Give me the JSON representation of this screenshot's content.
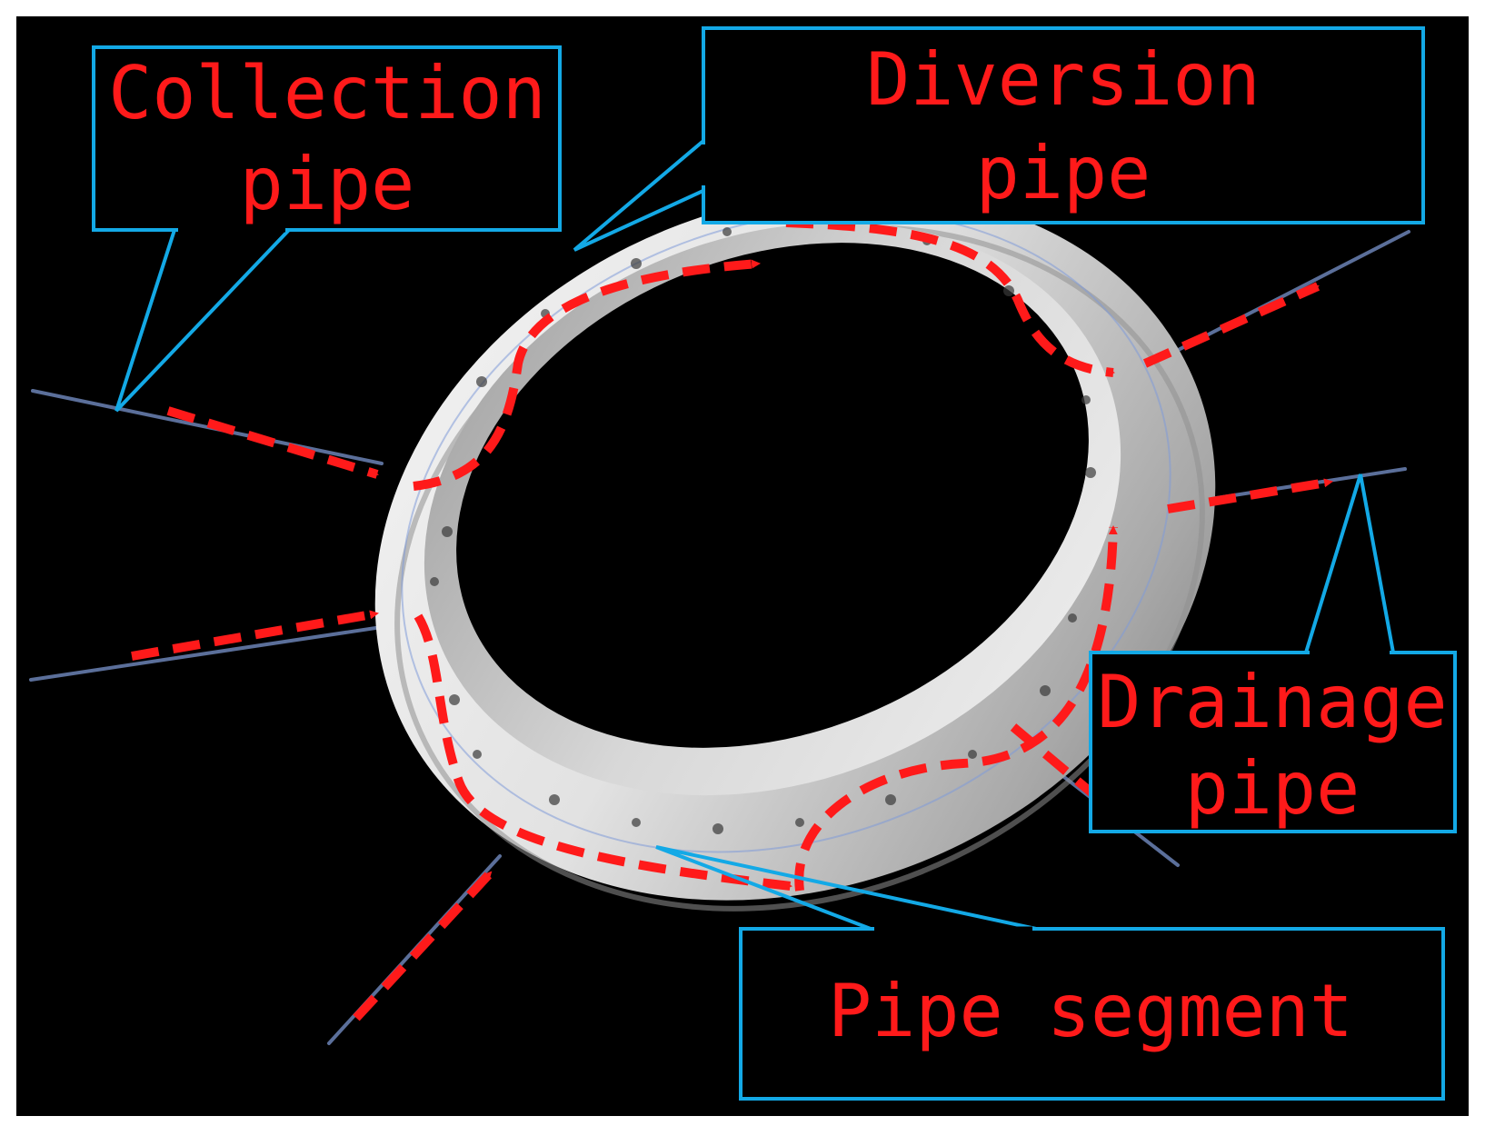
{
  "labels": {
    "collection": [
      "Collection",
      "pipe"
    ],
    "diversion": [
      "Diversion",
      "pipe"
    ],
    "drainage": [
      "Drainage",
      "pipe"
    ],
    "segment": [
      "Pipe segment"
    ]
  },
  "colors": {
    "background": "#000000",
    "frame": "#ffffff",
    "callout_border": "#13a9e6",
    "label_text": "#ff1a1a",
    "flow_arrow": "#ff1a1a",
    "pipe": "#5b6f9a",
    "ring_light": "#f2f2f2",
    "ring_dark": "#8a8a8a"
  },
  "icons": {
    "flow": "dashed-red-arrow",
    "pipe_ring": "annular-pipe-ring-render"
  }
}
